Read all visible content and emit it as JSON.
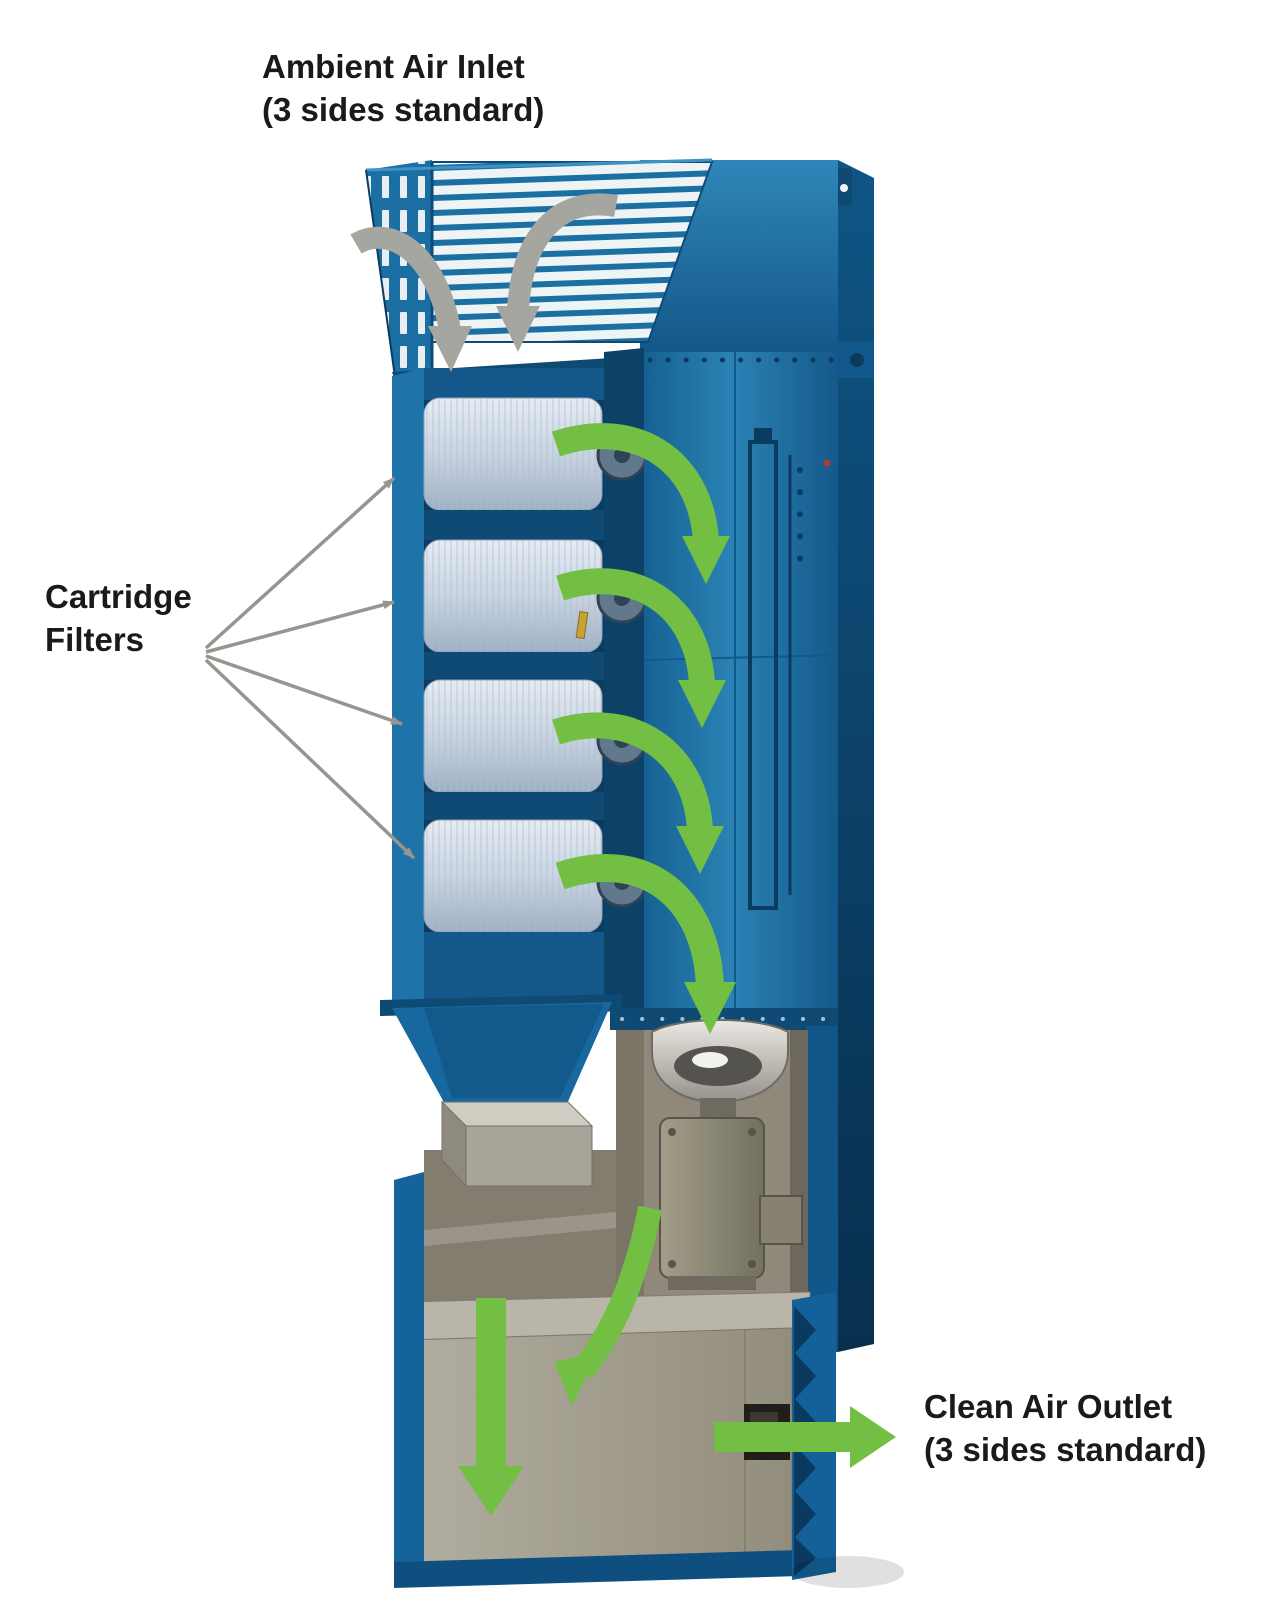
{
  "page": {
    "background": "#ffffff"
  },
  "labels": {
    "ambient_inlet": {
      "line1": "Ambient Air Inlet",
      "line2": "(3 sides standard)"
    },
    "cartridge_filters": {
      "line1": "Cartridge",
      "line2": "Filters"
    },
    "clean_outlet": {
      "line1": "Clean Air Outlet",
      "line2": "(3 sides standard)"
    }
  },
  "colors": {
    "machine_blue": "#1b6fa3",
    "machine_blue_dark": "#0e4a74",
    "machine_blue_deep": "#0b3c60",
    "filter_media": "#c9d4e2",
    "flow_arrow_green": "#72bf44",
    "inlet_arrow_gray": "#a6a6a0",
    "metal_gray": "#97937f",
    "label_text": "#1a1a1a"
  },
  "figure": {
    "cartridge_filter_count": 4,
    "green_flow_arrow_count": 7,
    "inlet_arrow_count": 2
  }
}
